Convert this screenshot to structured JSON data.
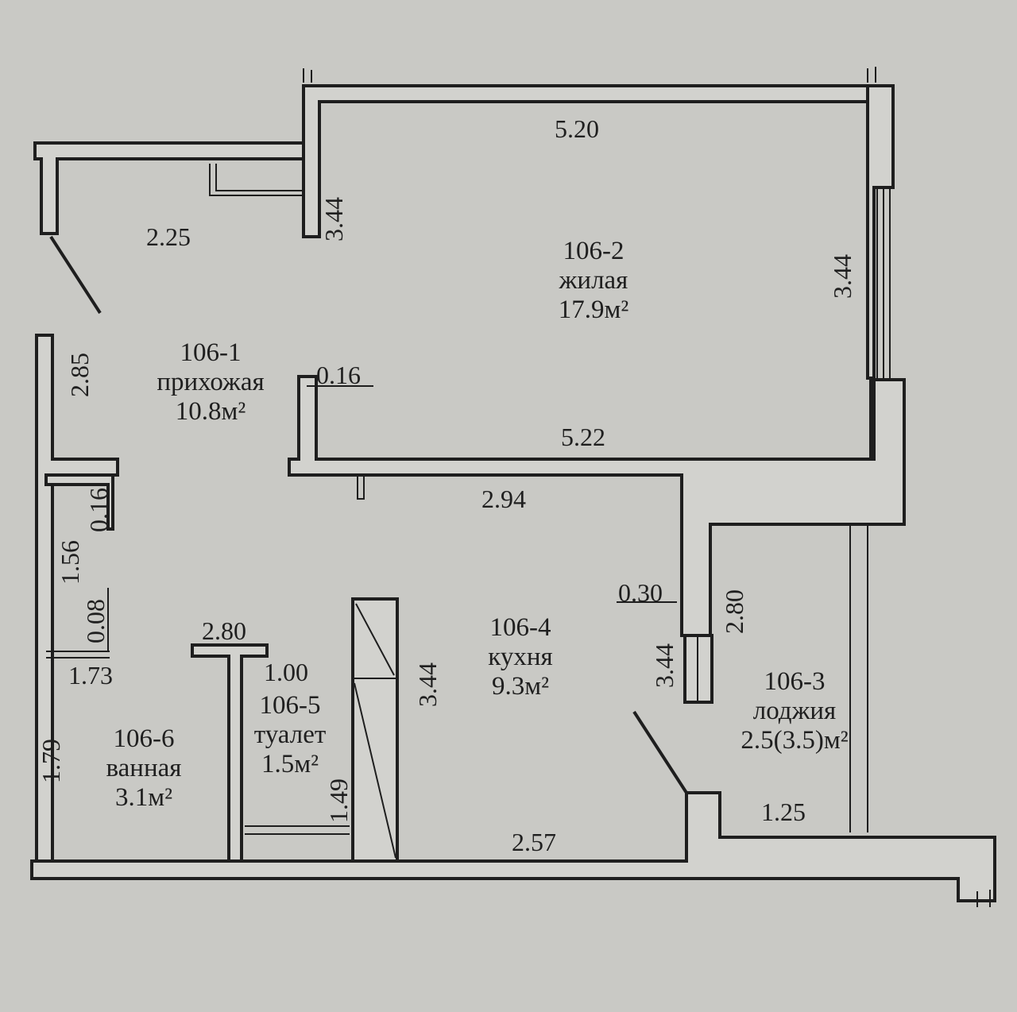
{
  "rooms": [
    {
      "id": "106-1",
      "name": "прихожая",
      "area": "10.8м²"
    },
    {
      "id": "106-2",
      "name": "жилая",
      "area": "17.9м²"
    },
    {
      "id": "106-3",
      "name": "лоджия",
      "area": "2.5(3.5)м²"
    },
    {
      "id": "106-4",
      "name": "кухня",
      "area": "9.3м²"
    },
    {
      "id": "106-5",
      "name": "туалет",
      "area": "1.5м²"
    },
    {
      "id": "106-6",
      "name": "ванная",
      "area": "3.1м²"
    }
  ],
  "dimensions": {
    "living_top": "5.20",
    "living_bottom": "5.22",
    "living_right": "3.44",
    "corridor_width": "3.44",
    "hall_top": "2.25",
    "hall_left": "2.85",
    "wall_016_top": "0.16",
    "wall_016_left": "0.16",
    "kitchen_top": "2.94",
    "kitchen_bottom": "2.57",
    "kitchen_left": "3.44",
    "wall_030": "0.30",
    "loggia_height": "2.80",
    "loggia_left": "3.44",
    "loggia_bottom": "1.25",
    "bath_side": "1.56",
    "bath_wall": "0.08",
    "bath_width": "1.73",
    "bath_height": "1.79",
    "toilet_top": "2.80",
    "toilet_width": "1.00",
    "toilet_height": "1.49"
  }
}
